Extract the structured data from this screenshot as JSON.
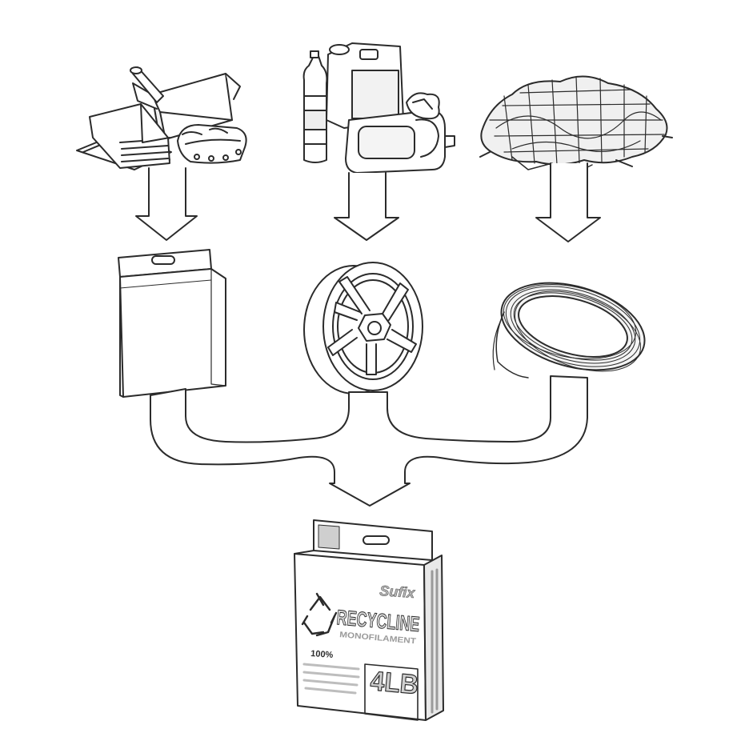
{
  "diagram": {
    "sources": [
      {
        "id": "cardboard",
        "icon": "cardboard-waste-icon"
      },
      {
        "id": "plastic-bottles",
        "icon": "plastic-bottles-icon"
      },
      {
        "id": "fishing-nets",
        "icon": "fishing-net-pile-icon"
      }
    ],
    "intermediates": [
      {
        "id": "card-box",
        "icon": "recycled-card-box-icon"
      },
      {
        "id": "spool",
        "icon": "line-spool-icon"
      },
      {
        "id": "line-coil",
        "icon": "monofilament-coil-icon"
      }
    ],
    "product": {
      "brand": "Sufix",
      "name": "RECYCLINE",
      "subtitle": "MONOFILAMENT",
      "percent": "100%",
      "strength": "4LB"
    }
  },
  "colors": {
    "line": "#2b2b2b",
    "shade": "#d9d9d9",
    "background": "#ffffff"
  }
}
